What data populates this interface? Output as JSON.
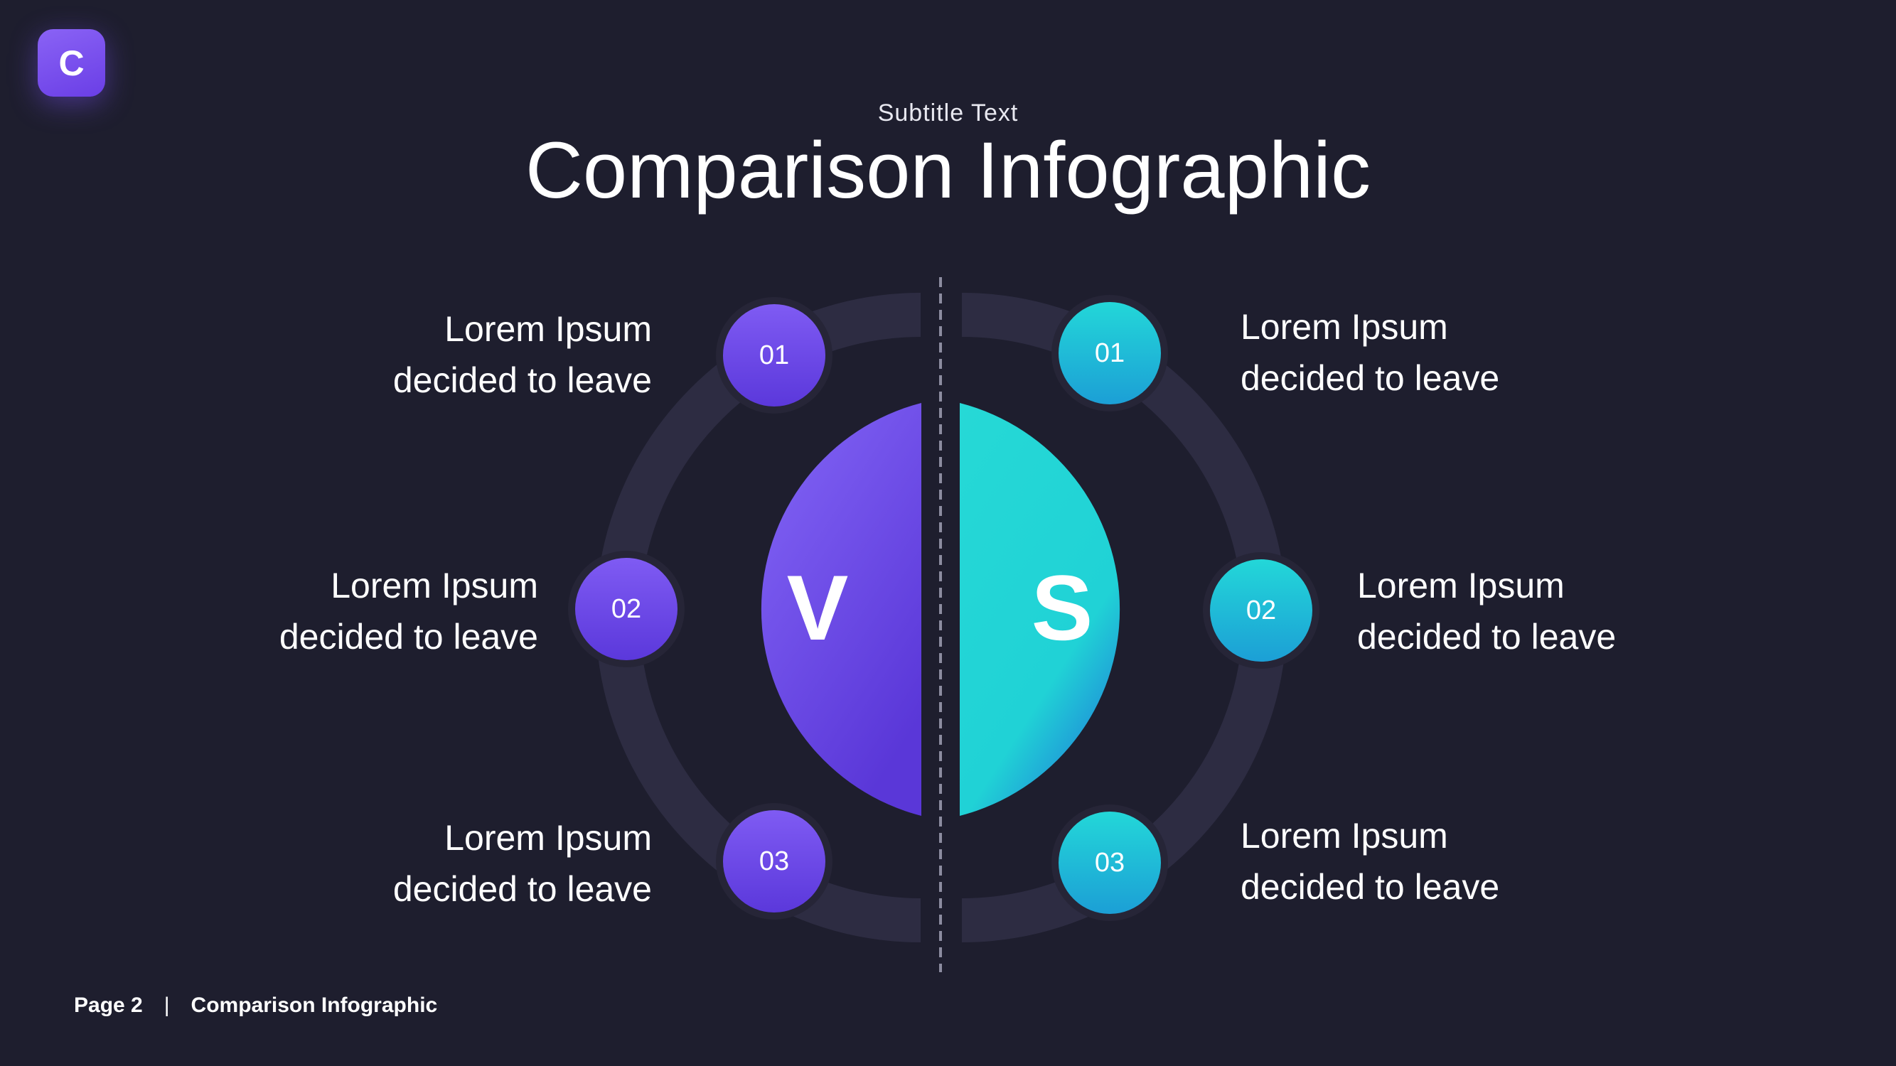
{
  "logo": {
    "letter": "C"
  },
  "header": {
    "subtitle": "Subtitle Text",
    "title": "Comparison Infographic"
  },
  "diagram": {
    "left_letter": "V",
    "right_letter": "S",
    "colors": {
      "left": "#6a44ea",
      "right": "#22d3d6",
      "ring": "#2d2c42",
      "background": "#1e1e2e"
    },
    "left_items": [
      {
        "number": "01",
        "line1": "Lorem Ipsum",
        "line2": "decided to leave"
      },
      {
        "number": "02",
        "line1": "Lorem Ipsum",
        "line2": "decided to leave"
      },
      {
        "number": "03",
        "line1": "Lorem Ipsum",
        "line2": "decided to leave"
      }
    ],
    "right_items": [
      {
        "number": "01",
        "line1": "Lorem Ipsum",
        "line2": "decided to leave"
      },
      {
        "number": "02",
        "line1": "Lorem Ipsum",
        "line2": "decided to leave"
      },
      {
        "number": "03",
        "line1": "Lorem Ipsum",
        "line2": "decided to leave"
      }
    ]
  },
  "footer": {
    "page": "Page 2",
    "separator": "|",
    "doc_title": "Comparison Infographic"
  }
}
